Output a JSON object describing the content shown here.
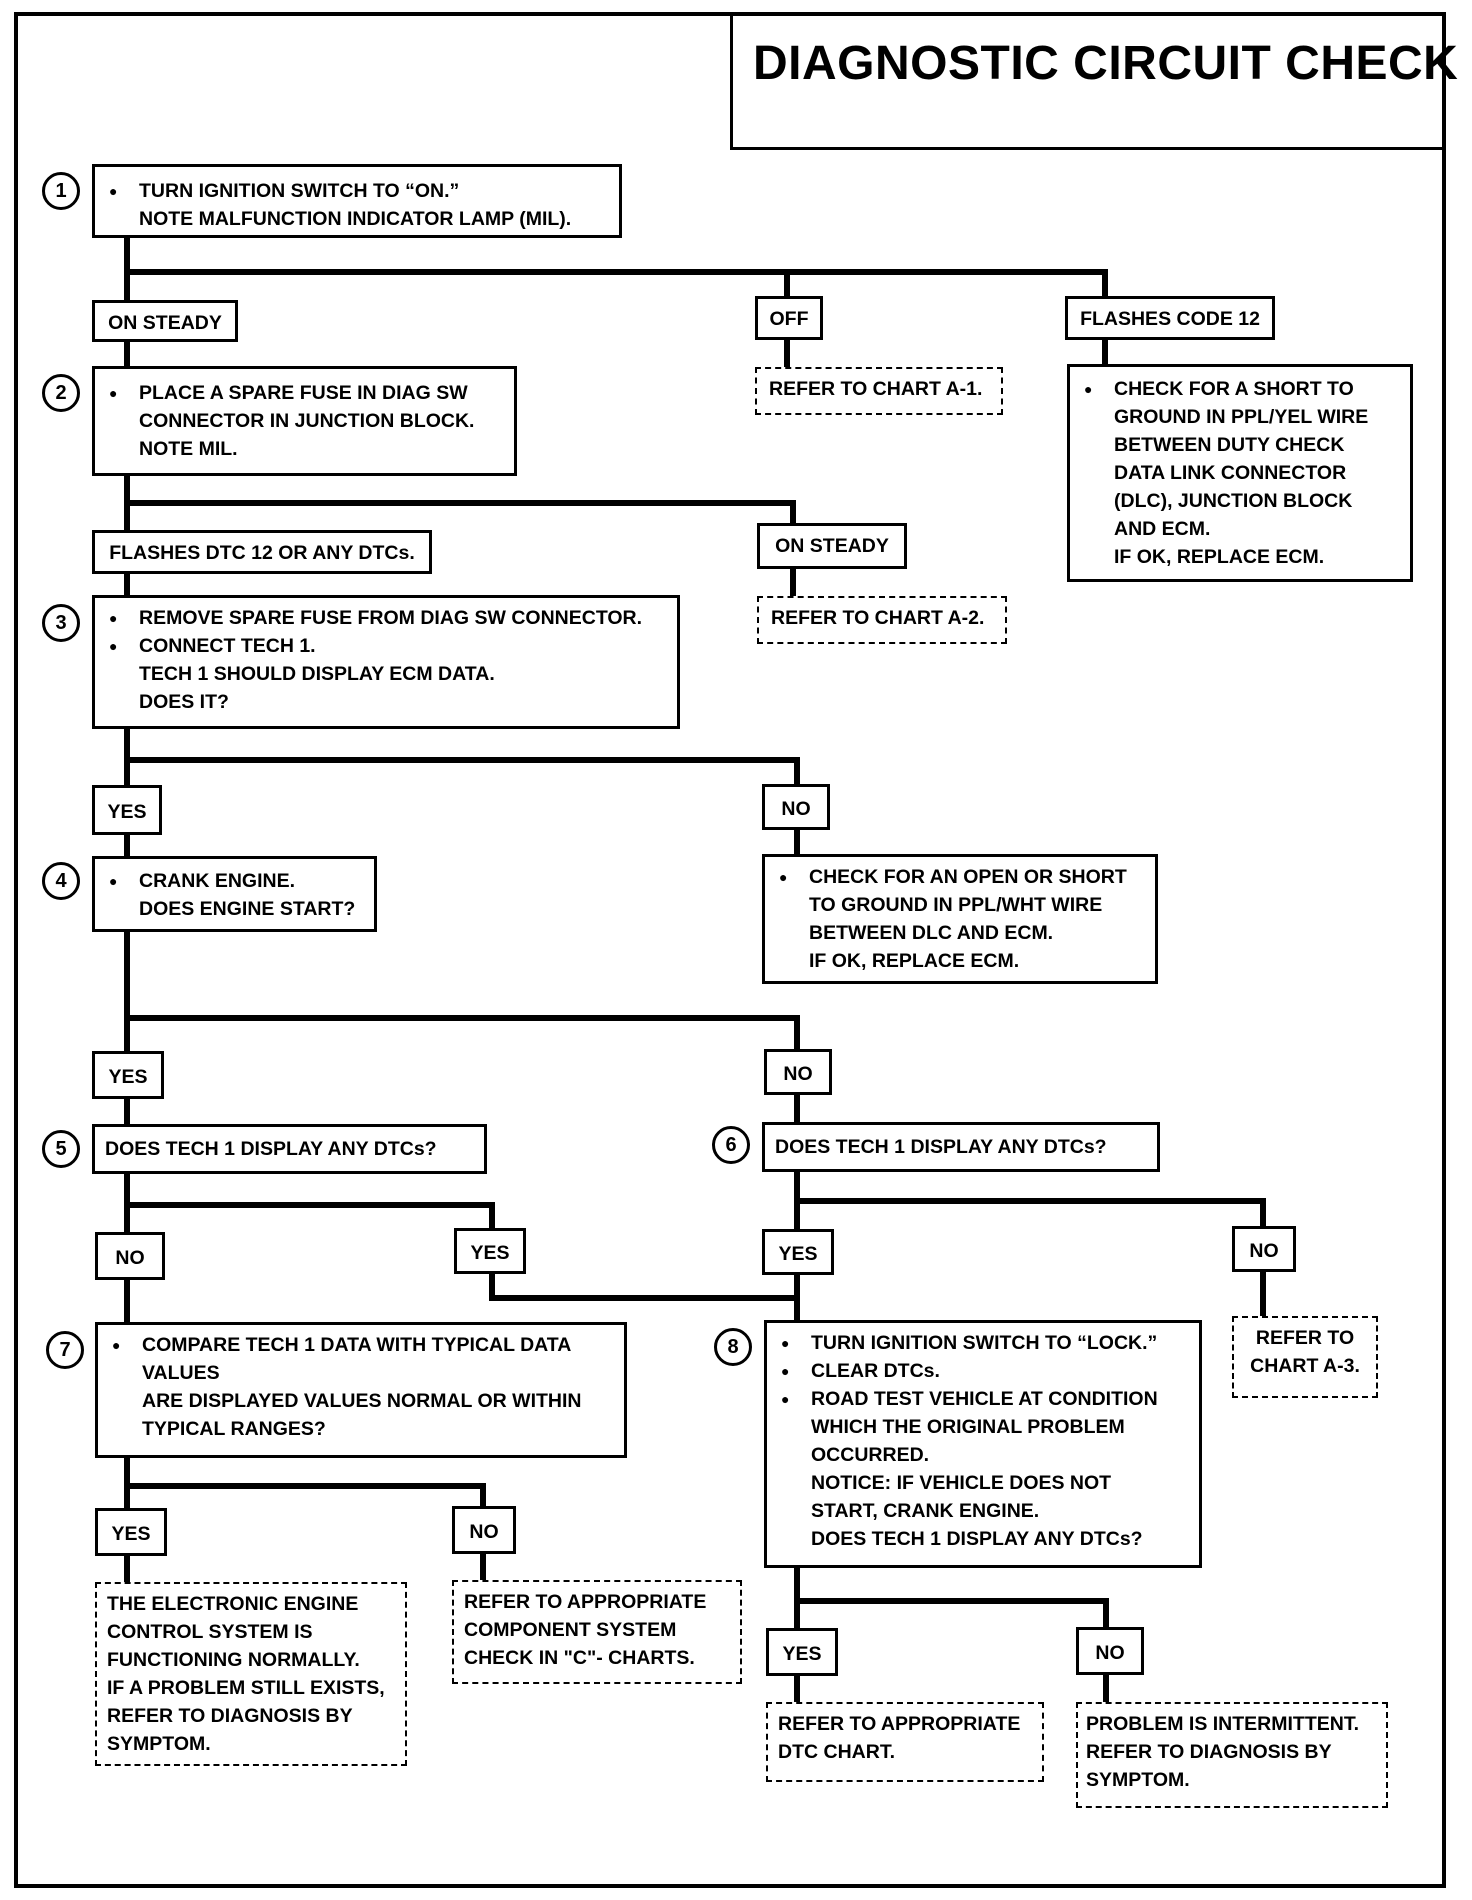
{
  "title": "DIAGNOSTIC CIRCUIT CHECK",
  "steps": {
    "s1": {
      "num": "1",
      "lines": [
        "TURN IGNITION SWITCH TO “ON.”",
        "NOTE MALFUNCTION INDICATOR LAMP (MIL)."
      ]
    },
    "s2": {
      "num": "2",
      "lines": [
        "PLACE A SPARE FUSE IN DIAG SW",
        "CONNECTOR IN JUNCTION BLOCK.",
        "NOTE MIL."
      ]
    },
    "s3": {
      "num": "3",
      "lines": [
        "REMOVE SPARE FUSE FROM DIAG SW CONNECTOR.",
        "CONNECT TECH 1.",
        "TECH 1 SHOULD DISPLAY ECM DATA.",
        "DOES IT?"
      ]
    },
    "s4": {
      "num": "4",
      "lines": [
        "CRANK ENGINE.",
        "DOES ENGINE START?"
      ]
    },
    "s5": {
      "num": "5",
      "lines": [
        "DOES TECH 1 DISPLAY ANY DTCs?"
      ]
    },
    "s6": {
      "num": "6",
      "lines": [
        "DOES TECH 1 DISPLAY ANY DTCs?"
      ]
    },
    "s7": {
      "num": "7",
      "lines": [
        "COMPARE TECH 1 DATA WITH TYPICAL DATA",
        "VALUES",
        "ARE DISPLAYED VALUES NORMAL OR WITHIN",
        "TYPICAL RANGES?"
      ]
    },
    "s8": {
      "num": "8",
      "lines": [
        "TURN IGNITION SWITCH TO “LOCK.”",
        "CLEAR DTCs.",
        "ROAD TEST VEHICLE AT CONDITION",
        "WHICH THE ORIGINAL PROBLEM",
        "OCCURRED.",
        "NOTICE:  IF VEHICLE DOES NOT",
        "START, CRANK ENGINE.",
        "DOES TECH 1 DISPLAY ANY DTCs?"
      ]
    }
  },
  "labels": {
    "on_steady_1": "ON STEADY",
    "off_1": "OFF",
    "flashes_code_12": "FLASHES CODE 12",
    "flashes_dtc_12": "FLASHES DTC 12 OR ANY DTCs.",
    "on_steady_2": "ON STEADY",
    "yes_3": "YES",
    "no_3": "NO",
    "yes_4": "YES",
    "no_4": "NO",
    "no_5": "NO",
    "yes_5": "YES",
    "yes_6": "YES",
    "no_6": "NO",
    "yes_7": "YES",
    "no_7": "NO",
    "yes_8": "YES",
    "no_8": "NO"
  },
  "results": {
    "chart_a1": [
      "REFER TO CHART A-1."
    ],
    "short_ppl_yel": [
      "CHECK FOR A SHORT TO",
      "GROUND IN PPL/YEL WIRE",
      "BETWEEN DUTY CHECK",
      "DATA LINK CONNECTOR",
      "(DLC), JUNCTION BLOCK",
      "AND ECM.",
      "IF OK, REPLACE ECM."
    ],
    "chart_a2": [
      "REFER TO CHART A-2."
    ],
    "open_ppl_wht": [
      "CHECK FOR AN OPEN OR SHORT",
      "TO GROUND IN PPL/WHT WIRE",
      "BETWEEN DLC AND ECM.",
      "IF OK, REPLACE ECM."
    ],
    "chart_a3": [
      "REFER TO",
      "CHART A-3."
    ],
    "engine_normal": [
      "THE ELECTRONIC ENGINE",
      "CONTROL SYSTEM IS",
      "FUNCTIONING NORMALLY.",
      "IF A PROBLEM STILL EXISTS,",
      "REFER TO DIAGNOSIS BY",
      "SYMPTOM."
    ],
    "c_charts": [
      "REFER TO APPROPRIATE",
      "COMPONENT SYSTEM",
      "CHECK IN  \"C\"- CHARTS."
    ],
    "dtc_chart": [
      "REFER TO APPROPRIATE",
      "DTC CHART."
    ],
    "intermittent": [
      "PROBLEM IS INTERMITTENT.",
      "REFER TO DIAGNOSIS BY",
      "SYMPTOM."
    ]
  }
}
